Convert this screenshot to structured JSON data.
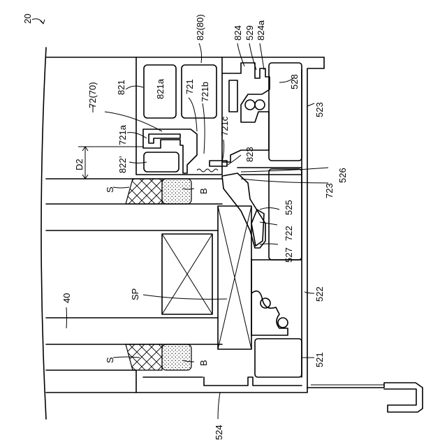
{
  "figure": {
    "ref": "20",
    "labels": {
      "L82_80": "82(80)",
      "L824": "824",
      "L529": "529",
      "L824a": "824a",
      "L72_70": "72(70)",
      "L821": "821",
      "L821a": "821a",
      "L721": "721",
      "L721b": "721b",
      "L528": "528",
      "L523": "523",
      "L721a": "721a",
      "L721c": "721c",
      "L823": "823",
      "L822p": "822’",
      "D2": "D2",
      "L526": "526",
      "S_top": "S",
      "B_top": "B",
      "L723": "723",
      "L525": "525",
      "L722": "722",
      "L527": "527",
      "L40": "40",
      "SP": "SP",
      "L522": "522",
      "S_bot": "S",
      "B_bot": "B",
      "L521": "521",
      "L524": "524"
    }
  }
}
